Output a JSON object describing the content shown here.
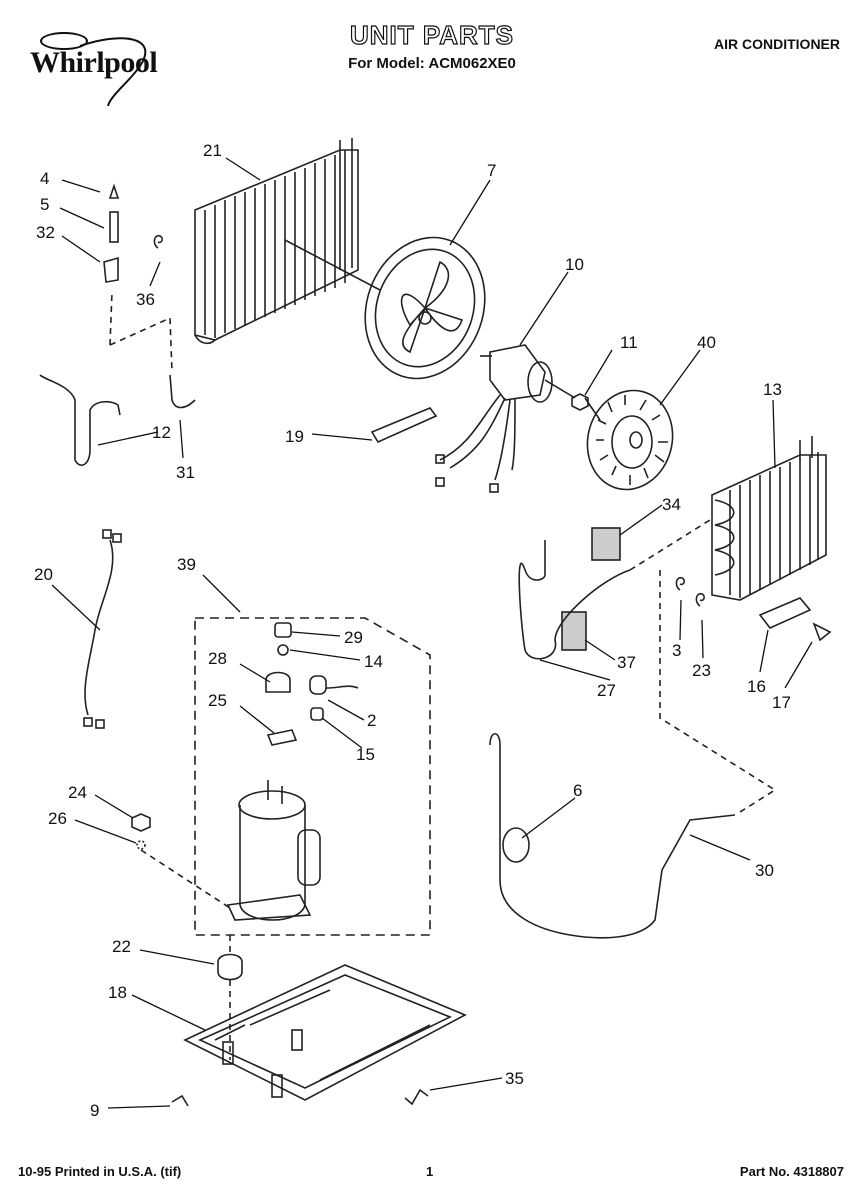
{
  "header": {
    "brand": "Whirlpool",
    "title": "UNIT PARTS",
    "model_line": "For Model: ACM062XE0",
    "category": "AIR CONDITIONER"
  },
  "footer": {
    "printed": "10-95 Printed in U.S.A. (tif)",
    "page": "1",
    "part_no": "Part No. 4318807"
  },
  "callouts": [
    "4",
    "5",
    "32",
    "36",
    "21",
    "7",
    "10",
    "11",
    "40",
    "12",
    "31",
    "19",
    "13",
    "34",
    "20",
    "39",
    "29",
    "14",
    "28",
    "2",
    "25",
    "15",
    "3",
    "23",
    "37",
    "16",
    "17",
    "27",
    "6",
    "24",
    "26",
    "30",
    "22",
    "18",
    "35",
    "9"
  ]
}
